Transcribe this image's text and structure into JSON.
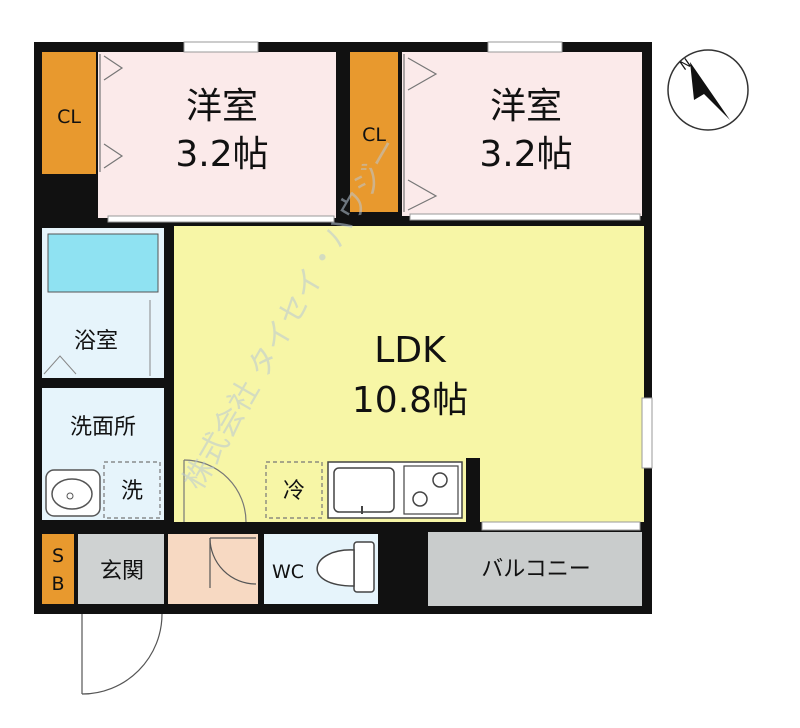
{
  "rooms": {
    "western_left": {
      "name": "洋室",
      "size": "3.2帖"
    },
    "western_right": {
      "name": "洋室",
      "size": "3.2帖"
    },
    "ldk": {
      "name": "LDK",
      "size": "10.8帖"
    },
    "bath": "浴室",
    "washroom": "洗面所",
    "washer": "洗",
    "fridge": "冷",
    "entrance": "玄関",
    "wc": "WC",
    "balcony": "バルコニー"
  },
  "closets": {
    "left": "CL",
    "right": "CL"
  },
  "shoe_box": {
    "top": "S",
    "bottom": "B"
  },
  "watermark": "株式会社 タイセイ・ハウジー",
  "compass": {
    "label": "N"
  },
  "colors": {
    "wall": "#111111",
    "bedroom": "#fbeaea",
    "ldk": "#f7f6a6",
    "closet": "#e8992e",
    "bath_tub": "#8fe2f2",
    "wet_area": "#e6f4fb",
    "balcony": "#c9cccc",
    "genkan": "#cfd2d2",
    "hall": "#f7d9c2"
  }
}
